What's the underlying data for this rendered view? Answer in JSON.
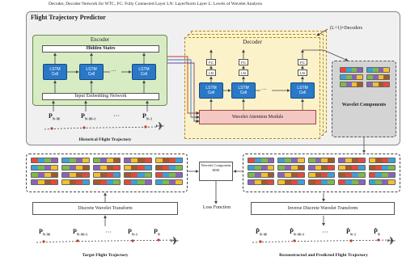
{
  "legend": {
    "text": "Decoder, Decoder Network for WTC,   FC: Fully Connected Layer   LN: LayerNorm Layer   L: Levels of Wavelet Analysis"
  },
  "predictor": {
    "title": "Flight Trajectory Predictor"
  },
  "encoder": {
    "title": "Encoder",
    "hidden_states": "Hidden States",
    "lstm_label": "LSTM",
    "cell_label": "Cell",
    "dots": "···",
    "embedding": "Input Embedding Network",
    "inputs": [
      "P",
      "P",
      "···",
      "P"
    ],
    "input_subs": [
      "N−M",
      "N−M+1",
      "",
      "N−1"
    ],
    "caption": "Historical Flight Trajectory"
  },
  "decoder": {
    "title": "Decoder",
    "count_label": "(L+1)×Decoders",
    "fc": "FC",
    "ln": "LN",
    "lstm_label": "LSTM",
    "cell_label": "Cell",
    "attention": "Wavelet Attention Module",
    "wavelet_components": "Wavelet Components"
  },
  "middle": {
    "loss_box": "Wavelet Component MSE",
    "loss_function": "Loss Function",
    "dwt": "Discrete Wavelet Transform",
    "idwt": "Inverse Discrete Wavelet Transform"
  },
  "bottom": {
    "target_caption": "Target Flight Trajectory",
    "pred_caption": "Reconstructed and Predicted Flight Trajectory",
    "target_points": [
      "P",
      "P",
      "···",
      "P",
      "P"
    ],
    "target_subs": [
      "N−M",
      "N−M+1",
      "",
      "N−1",
      "N"
    ],
    "pred_points": [
      "P̂",
      "P̂",
      "···",
      "P̂",
      "P̂"
    ],
    "pred_subs": [
      "N−M",
      "N−M+1",
      "",
      "N−1",
      "N"
    ]
  },
  "colors": {
    "encoder_bg": "#d8ecc4",
    "decoder_bg": "#fbf2c9",
    "attention_bg": "#f4c7c2",
    "lstm": "#2a78c8",
    "wavelet_palette": [
      "#e34a3c",
      "#3ba0d8",
      "#7cba4a",
      "#8a63b8",
      "#f0c030",
      "#a05a2c"
    ]
  }
}
